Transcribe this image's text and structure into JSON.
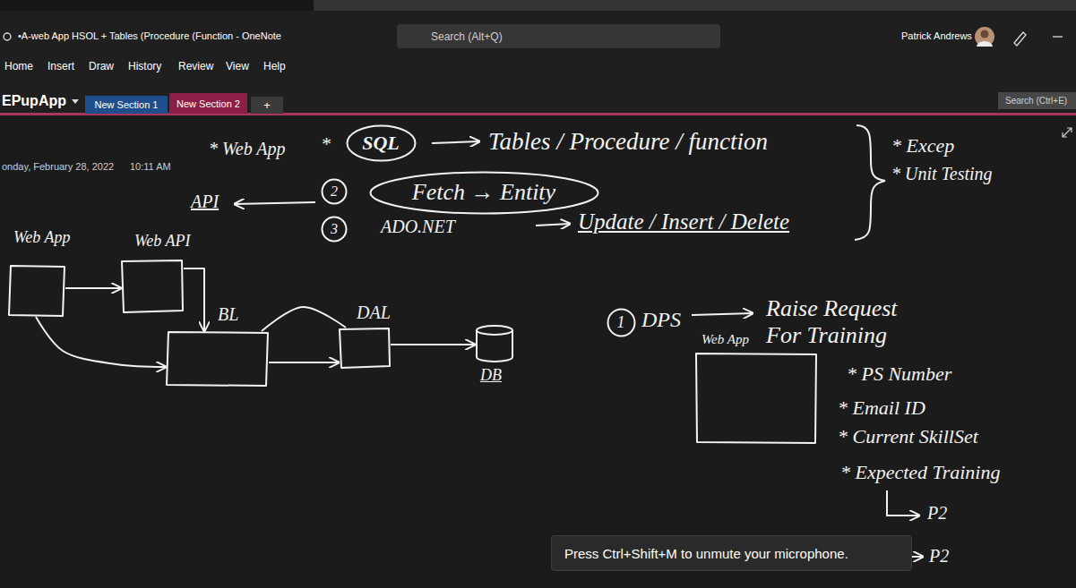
{
  "diagram": {
    "nodes": [
      {
        "text": [
          "Search (Alt+Q)"
        ]
      },
      {
        "text": [
          "New Section 1"
        ]
      },
      {
        "text": [
          "New Section 2"
        ]
      },
      {
        "text": [
          "+"
        ]
      },
      {
        "text": [
          "Search (Ctrl+E)"
        ]
      },
      {
        "text": [
          "SQL"
        ]
      },
      {
        "text": [
          "2"
        ]
      },
      {
        "text": [
          "Fetch → Entity"
        ]
      },
      {
        "text": [
          "3"
        ]
      },
      {
        "text": [
          "Web App"
        ]
      },
      {
        "text": [
          "Web API"
        ]
      },
      {
        "text": [
          "BL"
        ]
      },
      {
        "text": [
          "DAL"
        ]
      },
      {
        "text": [
          "DB"
        ]
      },
      {
        "text": [
          "1"
        ]
      },
      {
        "text": [
          "Web App"
        ]
      },
      {
        "text": [
          "Press Ctrl+Shift+M to unmute your microphone."
        ]
      }
    ],
    "edges": [
      {
        "from": 9,
        "to": 10,
        "arrow": "to"
      },
      {
        "from": 9,
        "to": 11,
        "arrow": "to"
      },
      {
        "from": 10,
        "to": 11,
        "arrow": "to"
      },
      {
        "from": 11,
        "to": 12,
        "arrow": "to"
      },
      {
        "from": 11,
        "to": 12,
        "arrow": "none"
      },
      {
        "from": 12,
        "to": 13,
        "arrow": "to"
      }
    ],
    "labels": [
      "•A-web App HSOL + Tables (Procedure (Function - OneNote",
      "Patrick Andrews",
      "Home",
      "Insert",
      "Draw",
      "History",
      "Review",
      "View",
      "Help",
      "EPupApp",
      "onday, February 28, 2022",
      "10:11 AM",
      "* Web App",
      "*",
      "Tables / Procedure / function",
      "* Excep",
      "* Unit Testing",
      "API",
      "ADO.NET",
      "Update / Insert / Delete",
      "DPS",
      "Raise Request For Training",
      "* PS Number",
      "* Email ID",
      "* Current SkillSet",
      "* Expected Training",
      "P2",
      "P2"
    ]
  }
}
